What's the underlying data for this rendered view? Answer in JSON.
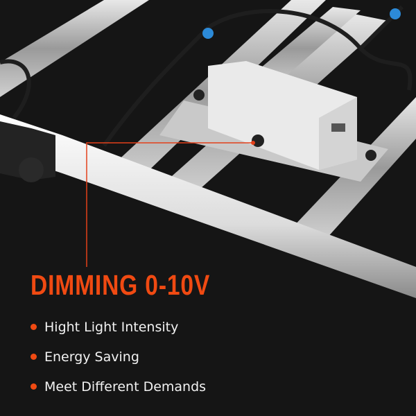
{
  "heading": "DIMMING 0-10V",
  "features": [
    "Hight Light Intensity",
    "Energy Saving",
    "Meet Different Demands"
  ],
  "colors": {
    "accent": "#f04a12",
    "background": "#151515",
    "text": "#f2f2f2"
  },
  "icons": [
    "bullet-dot-icon"
  ]
}
